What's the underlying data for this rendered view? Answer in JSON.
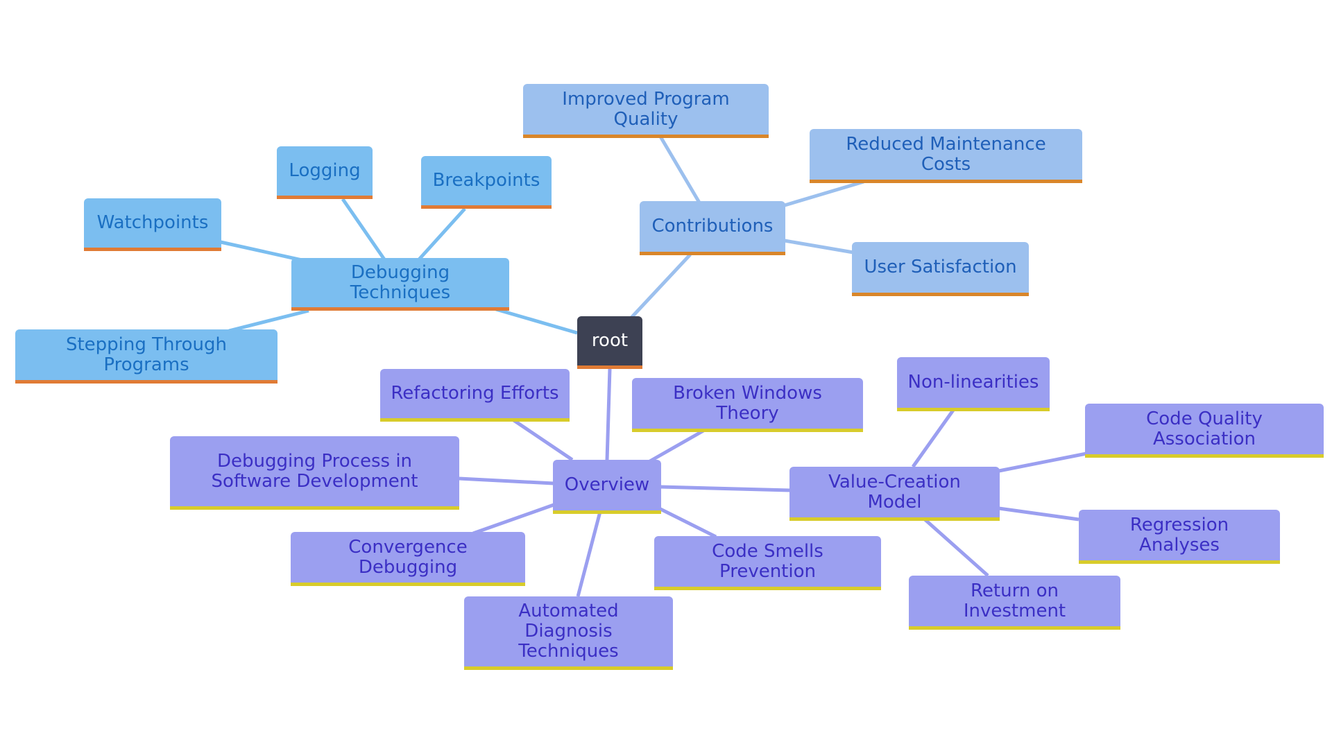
{
  "diagram": {
    "palette": {
      "root": {
        "fill": "#3d4153",
        "text": "#ffffff",
        "underline": "#e07b35"
      },
      "debugging": {
        "fill": "#7bbef0",
        "text": "#1a6fc2",
        "underline": "#e07b35",
        "edge": "#7bbef0"
      },
      "contributions": {
        "fill": "#9cc0ee",
        "text": "#1f5fb8",
        "underline": "#d9862a",
        "edge": "#9cc0ee"
      },
      "overview": {
        "fill": "#9b9ff0",
        "text": "#3b2fc4",
        "underline": "#d8cc2a",
        "edge": "#9b9ff0"
      }
    },
    "root": {
      "id": "root",
      "label": "root"
    },
    "branches": [
      {
        "id": "debugging",
        "label": "Debugging Techniques",
        "children": [
          {
            "id": "watchpoints",
            "label": "Watchpoints"
          },
          {
            "id": "logging",
            "label": "Logging"
          },
          {
            "id": "breakpoints",
            "label": "Breakpoints"
          },
          {
            "id": "stepping",
            "label": "Stepping Through Programs"
          }
        ]
      },
      {
        "id": "contributions",
        "label": "Contributions",
        "children": [
          {
            "id": "improved",
            "label": "Improved Program Quality"
          },
          {
            "id": "reduced",
            "label": "Reduced Maintenance Costs"
          },
          {
            "id": "satisfaction",
            "label": "User Satisfaction"
          }
        ]
      },
      {
        "id": "overview",
        "label": "Overview",
        "children": [
          {
            "id": "refactoring",
            "label": "Refactoring Efforts"
          },
          {
            "id": "broken",
            "label": "Broken Windows Theory"
          },
          {
            "id": "process",
            "label": "Debugging Process in Software Development"
          },
          {
            "id": "convergence",
            "label": "Convergence Debugging"
          },
          {
            "id": "automated",
            "label": "Automated Diagnosis Techniques"
          },
          {
            "id": "smells",
            "label": "Code Smells Prevention"
          },
          {
            "id": "valuemodel",
            "label": "Value-Creation Model",
            "children": [
              {
                "id": "nonlin",
                "label": "Non-linearities"
              },
              {
                "id": "codequality",
                "label": "Code Quality Association"
              },
              {
                "id": "regression",
                "label": "Regression Analyses"
              },
              {
                "id": "roi",
                "label": "Return on Investment"
              }
            ]
          }
        ]
      }
    ]
  }
}
